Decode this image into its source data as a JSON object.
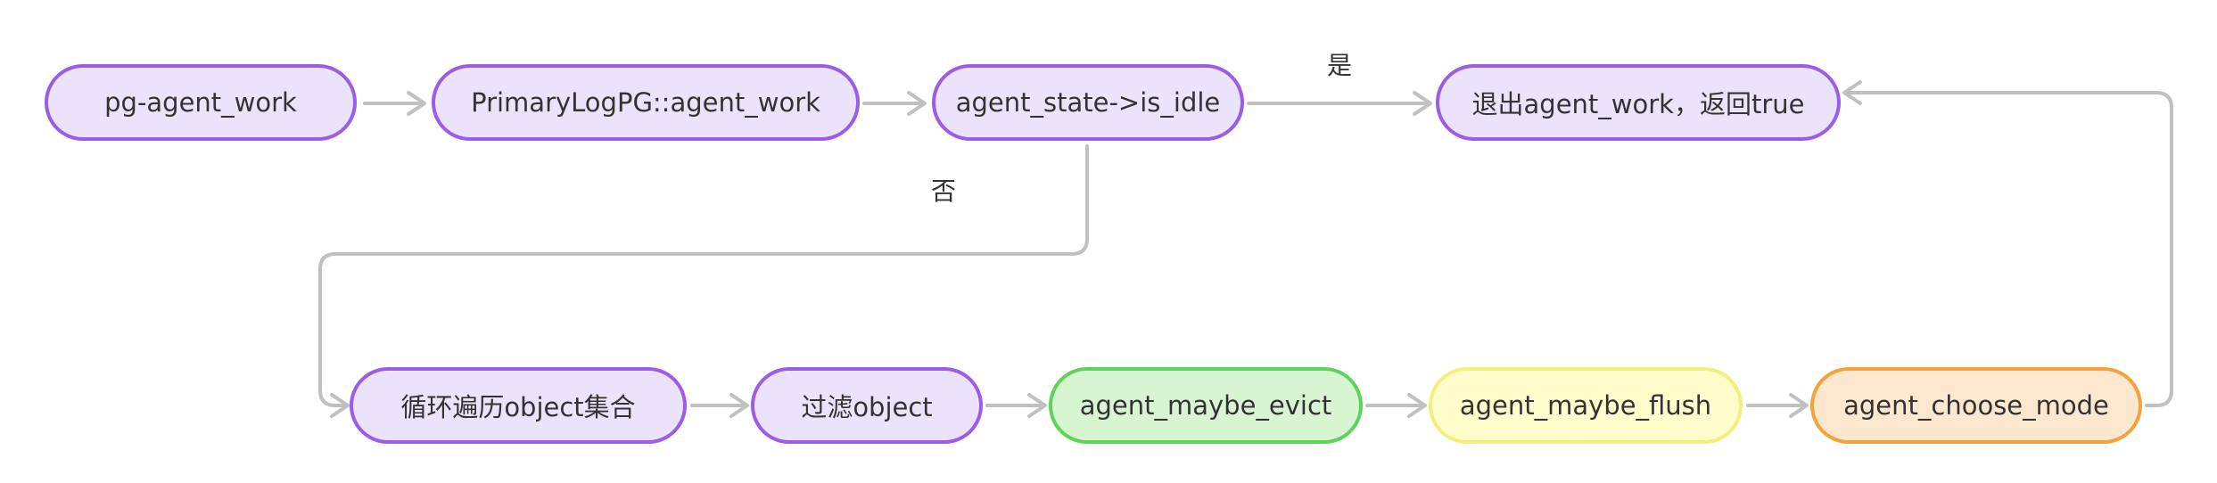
{
  "nodes": {
    "pg_agent_work": "pg-agent_work",
    "primary_agent_work": "PrimaryLogPG::agent_work",
    "is_idle": "agent_state->is_idle",
    "exit_true": "退出agent_work，返回true",
    "loop_objects": "循环遍历object集合",
    "filter_object": "过滤object",
    "maybe_evict": "agent_maybe_evict",
    "maybe_flush": "agent_maybe_flush",
    "choose_mode": "agent_choose_mode"
  },
  "edge_labels": {
    "yes": "是",
    "no": "否"
  },
  "colors": {
    "edge": "#c0c0c0",
    "node_purple_fill": "#ebe3fb",
    "node_purple_border": "#9b5de5",
    "node_green_fill": "#d8f5d2",
    "node_green_border": "#5dd35a",
    "node_yellow_fill": "#fffdcc",
    "node_yellow_border": "#f0f07a",
    "node_orange_fill": "#fde8cf",
    "node_orange_border": "#f6a23c"
  }
}
